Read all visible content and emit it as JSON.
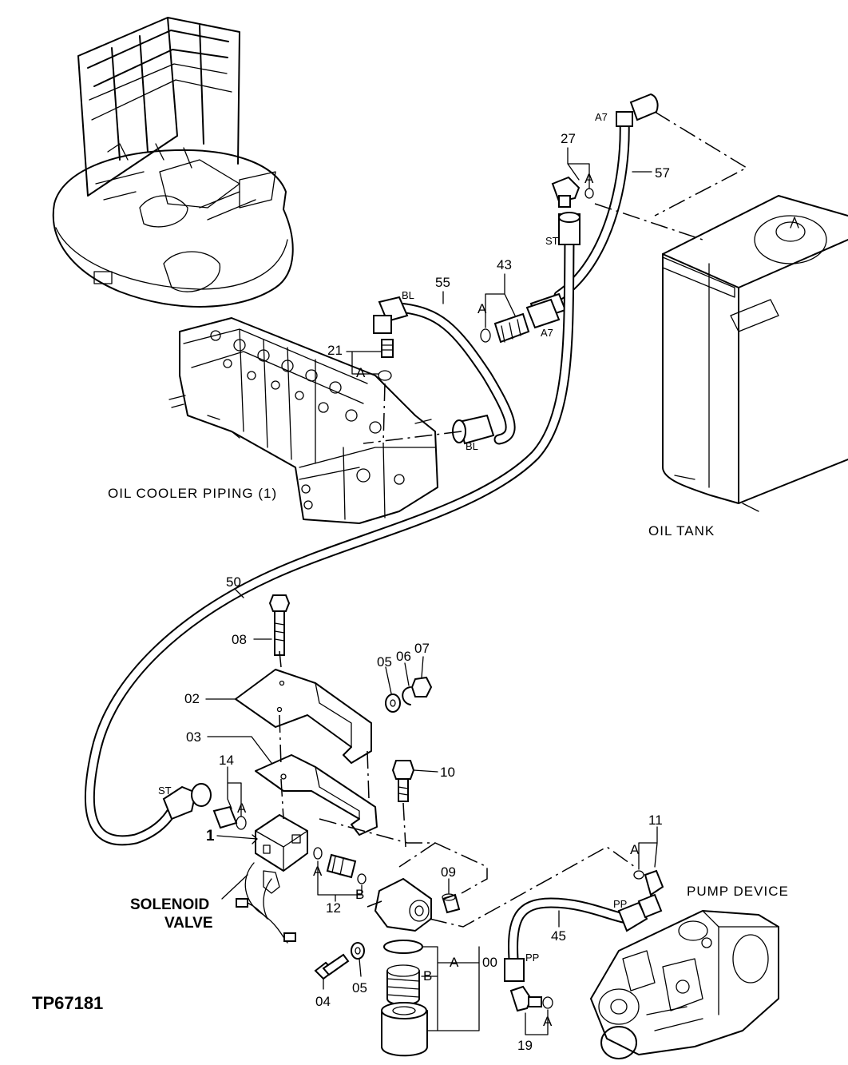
{
  "labels": {
    "oil_cooler_piping": "OIL COOLER PIPING (1)",
    "oil_tank": "OIL TANK",
    "pump_device": "PUMP DEVICE",
    "solenoid_valve_line1": "SOLENOID",
    "solenoid_valve_line2": "VALVE",
    "figure_code": "TP67181"
  },
  "port_codes": {
    "a7_top": "A7",
    "a7_mid": "A7",
    "st_top": "ST",
    "st_bottom": "ST",
    "bl_top": "BL",
    "bl_bottom": "BL",
    "pp_right": "PP",
    "pp_left": "PP"
  },
  "part_callouts": {
    "p27": "27",
    "p57": "57",
    "p43": "43",
    "p55": "55",
    "p21": "21",
    "p50": "50",
    "p08": "08",
    "p05_top": "05",
    "p06": "06",
    "p07": "07",
    "p02": "02",
    "p03": "03",
    "p10": "10",
    "p14": "14",
    "p1": "1",
    "p12": "12",
    "p09": "09",
    "p11": "11",
    "p45": "45",
    "p00": "00",
    "p04": "04",
    "p05_bottom": "05",
    "p19": "19"
  },
  "seal_codes": {
    "a_27": "A",
    "a_43": "A",
    "a_21": "A",
    "a_14": "A",
    "a_12": "A",
    "b_12": "B",
    "a_11": "A",
    "a_00": "A",
    "b_00": "B",
    "a_19": "A"
  }
}
